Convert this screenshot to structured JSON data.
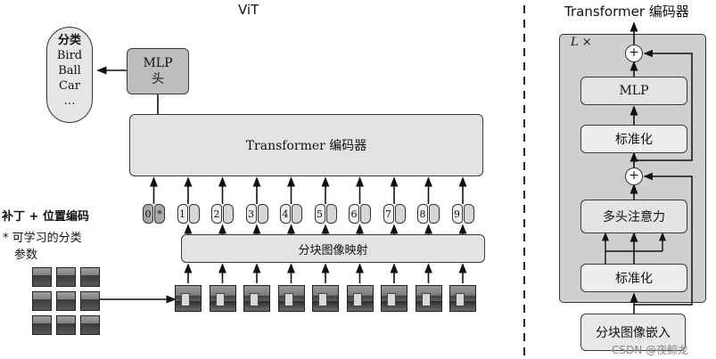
{
  "vit": {
    "title": "ViT",
    "mlp_head": [
      "MLP",
      "头"
    ],
    "classification": {
      "heading": "分类",
      "classes": [
        "Bird",
        "Ball",
        "Car",
        "…"
      ]
    },
    "transformer_encoder": "Transformer 编码器",
    "patch_embedding_map": "分块图像映射",
    "tokens": [
      {
        "label": "0",
        "extra": "*"
      },
      {
        "label": "1"
      },
      {
        "label": "2"
      },
      {
        "label": "3"
      },
      {
        "label": "4"
      },
      {
        "label": "5"
      },
      {
        "label": "6"
      },
      {
        "label": "7"
      },
      {
        "label": "8"
      },
      {
        "label": "9"
      }
    ],
    "legend_position_encoding": "补丁 + 位置编码",
    "legend_learnable": "* 可学习的分类",
    "legend_learnable_line2": "参数"
  },
  "encoder": {
    "title": "Transformer 编码器",
    "repeat": "L ×",
    "mlp": "MLP",
    "norm_top": "标准化",
    "attention": "多头注意力",
    "norm_bottom": "标准化",
    "embedding": "分块图像嵌入",
    "plus_top": "+",
    "plus_bottom": "+"
  },
  "watermark": "CSDN @夜鲸龙"
}
